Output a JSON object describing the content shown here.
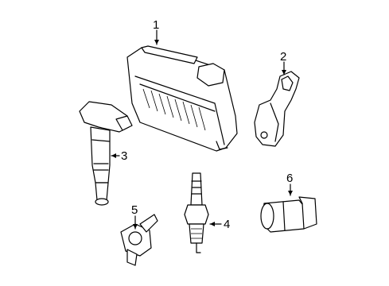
{
  "callouts": [
    {
      "id": "ecm",
      "label": "1"
    },
    {
      "id": "bracket",
      "label": "2"
    },
    {
      "id": "ignition-coil",
      "label": "3"
    },
    {
      "id": "spark-plug",
      "label": "4"
    },
    {
      "id": "sensor-5",
      "label": "5"
    },
    {
      "id": "sensor-6",
      "label": "6"
    }
  ]
}
